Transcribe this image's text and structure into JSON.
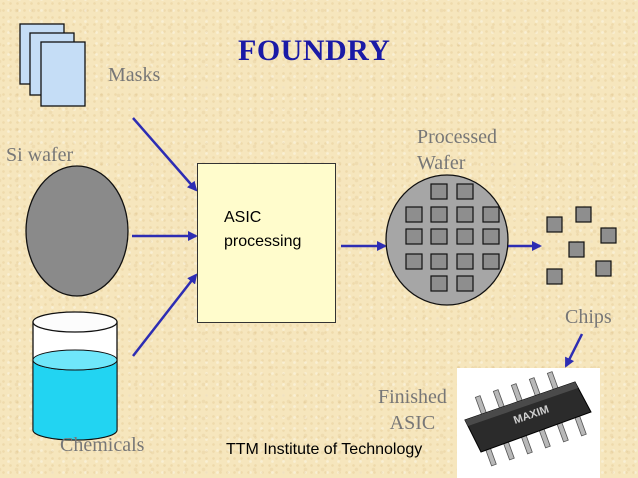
{
  "title": "FOUNDRY",
  "labels": {
    "masks": "Masks",
    "si_wafer": "Si wafer",
    "processed_line1": "Processed",
    "processed_line2": "Wafer",
    "chips": "Chips",
    "finished_line1": "Finished",
    "finished_line2": "ASIC",
    "chemicals": "Chemicals"
  },
  "process_box": {
    "line1": "ASIC",
    "line2": "processing"
  },
  "footer": "TTM Institute of Technology",
  "chip_marking": "MAXIM",
  "colors": {
    "title": "#1a1aa6",
    "arrow": "#2d2db3",
    "label_gray": "#777777",
    "process_box_fill": "#fffccc",
    "raw_wafer_fill": "#8a8a8a",
    "processed_wafer_fill": "#a6a6a6",
    "die_fill": "#8e8e8e",
    "mask_fill": "#c5ddf6",
    "liquid_fill": "#22d4f2"
  },
  "icons": [
    "mask-stack-icon",
    "raw-wafer-icon",
    "chemical-beaker-icon",
    "processed-wafer-icon",
    "loose-chips-icon",
    "asic-chip-photo"
  ]
}
